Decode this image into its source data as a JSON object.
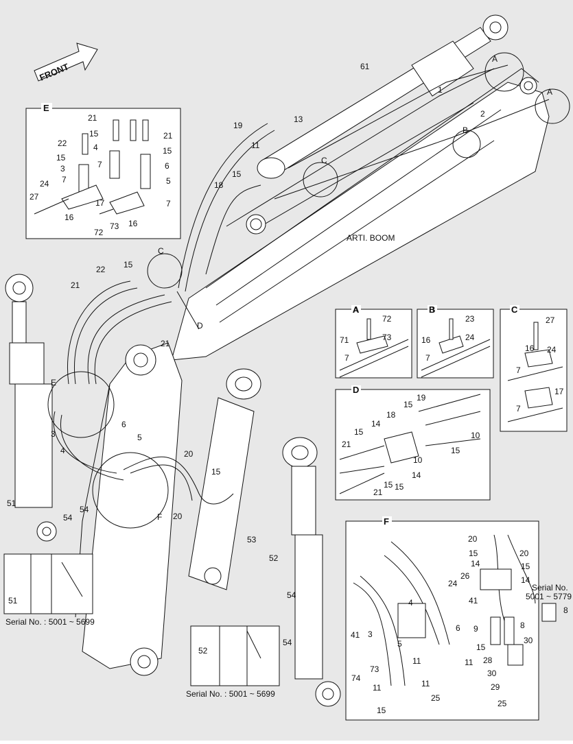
{
  "front_label": "FRONT",
  "boom_label": "ARTI. BOOM",
  "panels": {
    "E": {
      "title": "E"
    },
    "A": {
      "title": "A"
    },
    "B": {
      "title": "B"
    },
    "C": {
      "title": "C"
    },
    "D": {
      "title": "D"
    },
    "F": {
      "title": "F"
    }
  },
  "serial_51": "Serial No. : 5001 ~ 5699",
  "serial_52": "Serial No. : 5001 ~ 5699",
  "serial_f": "Serial No.\n5001 ~ 5779",
  "serial_f_line1": "Serial No.",
  "serial_f_line2": "5001 ~ 5779",
  "callouts": {
    "main": [
      "61",
      "1",
      "2",
      "A",
      "A",
      "B",
      "C",
      "13",
      "19",
      "11",
      "15",
      "18",
      "22",
      "15",
      "21",
      "C",
      "D",
      "21",
      "E",
      "3",
      "4",
      "6",
      "5",
      "20",
      "15",
      "20",
      "F",
      "53",
      "52",
      "51",
      "54",
      "54",
      "54",
      "54"
    ],
    "e": [
      "E",
      "21",
      "15",
      "21",
      "22",
      "4",
      "15",
      "15",
      "3",
      "7",
      "6",
      "5",
      "7",
      "24",
      "17",
      "7",
      "27",
      "16",
      "72",
      "73",
      "16"
    ],
    "a": [
      "A",
      "72",
      "71",
      "73",
      "7"
    ],
    "b": [
      "B",
      "23",
      "16",
      "24",
      "7"
    ],
    "c": [
      "C",
      "27",
      "16",
      "24",
      "7",
      "17",
      "7"
    ],
    "d": [
      "D",
      "19",
      "15",
      "10",
      "18",
      "15",
      "14",
      "15",
      "21",
      "10",
      "15",
      "14",
      "21",
      "15"
    ],
    "f": [
      "F",
      "20",
      "15",
      "20",
      "14",
      "15",
      "26",
      "14",
      "24",
      "4",
      "41",
      "9",
      "8",
      "15",
      "30",
      "3",
      "6",
      "41",
      "5",
      "28",
      "73",
      "11",
      "11",
      "74",
      "30",
      "11",
      "11",
      "29",
      "25",
      "15",
      "25"
    ],
    "s51": [
      "51"
    ],
    "s52": [
      "52"
    ],
    "serial_f": [
      "8"
    ]
  }
}
